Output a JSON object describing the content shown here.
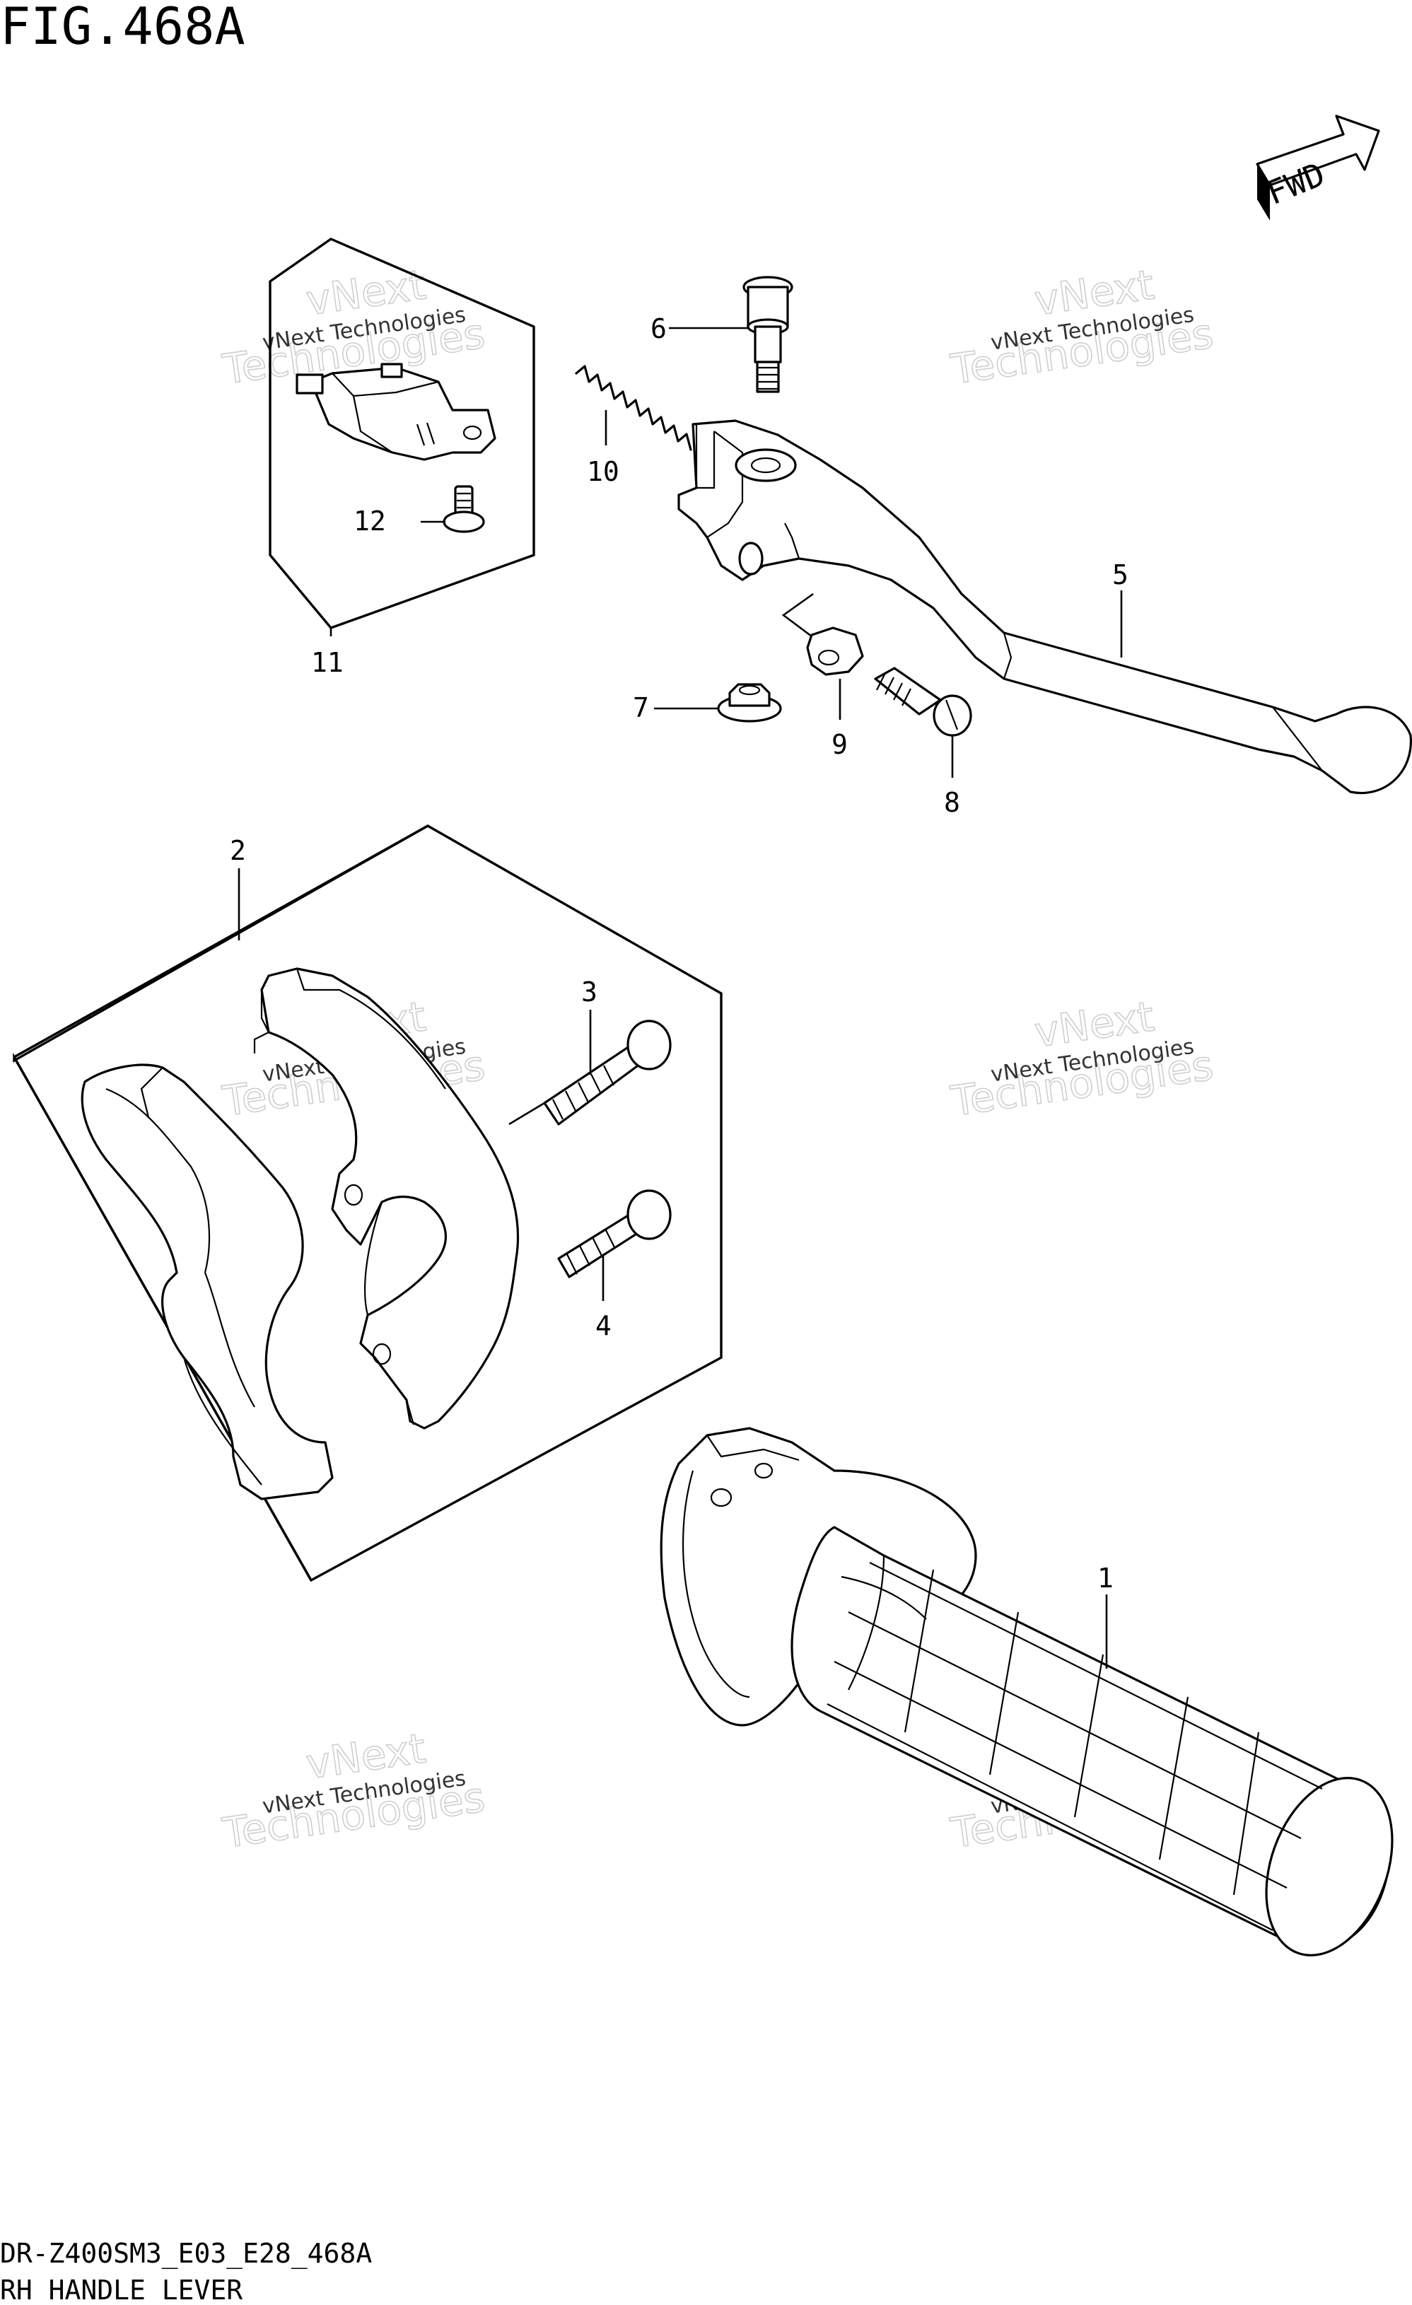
{
  "figure": {
    "title": "FIG.468A",
    "code": "DR-Z400SM3_E03_E28_468A",
    "subtitle": "RH HANDLE LEVER",
    "fwd_label": "FWD"
  },
  "watermark": {
    "line1": "vNext Technologies",
    "line2": "vNext",
    "line3": "Technologies"
  },
  "callouts": [
    "1",
    "2",
    "3",
    "4",
    "5",
    "6",
    "7",
    "8",
    "9",
    "10",
    "11",
    "12"
  ]
}
